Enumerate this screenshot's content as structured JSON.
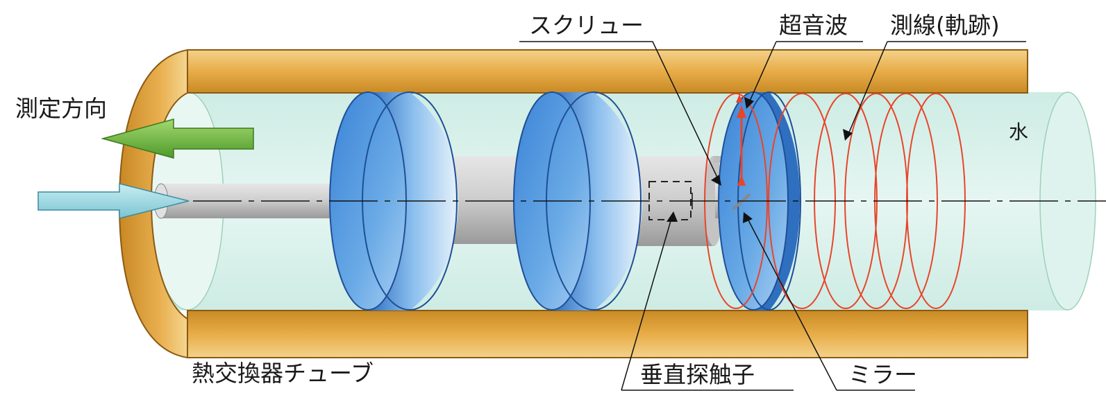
{
  "labels": {
    "measurement_direction": "測定方向",
    "screw": "スクリュー",
    "ultrasonic": "超音波",
    "measurement_line": "測線(軌跡)",
    "water": "水",
    "heat_exchanger_tube": "熱交換器チューブ",
    "vertical_probe": "垂直探触子",
    "mirror": "ミラー"
  },
  "colors": {
    "tube_orange": "#e3a23a",
    "water": "#d8f0ea",
    "disk_blue": "#4f97db",
    "shaft_gray": "#c8c8c8",
    "arrow_green": "#6fb43f",
    "arrow_cyan": "#9fd8e0",
    "trajectory_red": "#e8452a"
  }
}
